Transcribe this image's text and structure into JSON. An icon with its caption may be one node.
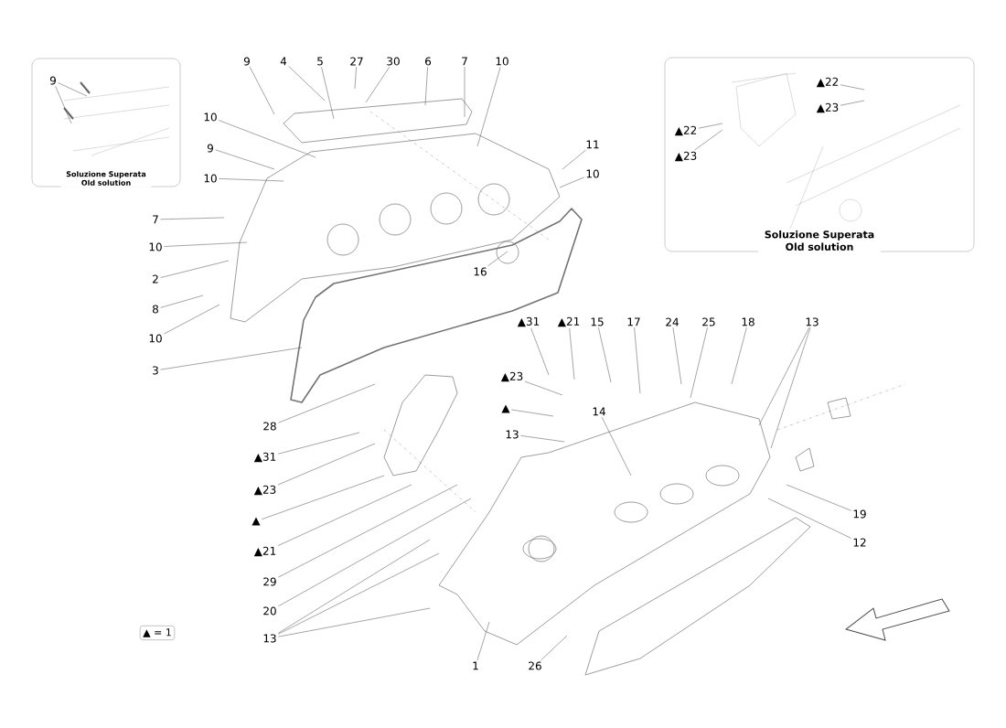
{
  "diagram": {
    "nodes": [
      {
        "text": [
          "Soluzione Superata Old solution"
        ]
      },
      {
        "text": [
          "9"
        ],
        "in": 0
      },
      {
        "text": [
          "9"
        ]
      },
      {
        "text": [
          "4"
        ]
      },
      {
        "text": [
          "5"
        ]
      },
      {
        "text": [
          "27"
        ]
      },
      {
        "text": [
          "30"
        ]
      },
      {
        "text": [
          "6"
        ]
      },
      {
        "text": [
          "7"
        ]
      },
      {
        "text": [
          "10"
        ]
      },
      {
        "text": [
          "Soluzione Superata Old solution"
        ]
      },
      {
        "text": [
          "▲22"
        ],
        "in": 10
      },
      {
        "text": [
          "▲23"
        ],
        "in": 10
      },
      {
        "text": [
          "▲22"
        ],
        "in": 10
      },
      {
        "text": [
          "▲23"
        ],
        "in": 10
      },
      {
        "text": [
          "10"
        ]
      },
      {
        "text": [
          "9"
        ]
      },
      {
        "text": [
          "10"
        ]
      },
      {
        "text": [
          "11"
        ]
      },
      {
        "text": [
          "10"
        ]
      },
      {
        "text": [
          "7"
        ]
      },
      {
        "text": [
          "10"
        ]
      },
      {
        "text": [
          "2"
        ]
      },
      {
        "text": [
          "8"
        ]
      },
      {
        "text": [
          "10"
        ]
      },
      {
        "text": [
          "16"
        ]
      },
      {
        "text": [
          "3"
        ]
      },
      {
        "text": [
          "▲31"
        ]
      },
      {
        "text": [
          "▲21"
        ]
      },
      {
        "text": [
          "15"
        ]
      },
      {
        "text": [
          "17"
        ]
      },
      {
        "text": [
          "24"
        ]
      },
      {
        "text": [
          "25"
        ]
      },
      {
        "text": [
          "18"
        ]
      },
      {
        "text": [
          "13"
        ]
      },
      {
        "text": [
          "▲23"
        ]
      },
      {
        "text": [
          "▲"
        ]
      },
      {
        "text": [
          "14"
        ]
      },
      {
        "text": [
          "28"
        ]
      },
      {
        "text": [
          "13"
        ]
      },
      {
        "text": [
          "▲31"
        ]
      },
      {
        "text": [
          "▲23"
        ]
      },
      {
        "text": [
          "19"
        ]
      },
      {
        "text": [
          "▲"
        ]
      },
      {
        "text": [
          "12"
        ]
      },
      {
        "text": [
          "▲21"
        ]
      },
      {
        "text": [
          "29"
        ]
      },
      {
        "text": [
          "20"
        ]
      },
      {
        "text": [
          "▲ = 1"
        ]
      },
      {
        "text": [
          "13"
        ]
      },
      {
        "text": [
          "1"
        ]
      },
      {
        "text": [
          "26"
        ]
      }
    ],
    "edges": [
      {
        "from": 1,
        "to": null,
        "arrow": "none"
      },
      {
        "from": 1,
        "to": null,
        "arrow": "none"
      },
      {
        "from": 2,
        "to": null,
        "arrow": "none"
      },
      {
        "from": 3,
        "to": null,
        "arrow": "none"
      },
      {
        "from": 4,
        "to": null,
        "arrow": "none"
      },
      {
        "from": 5,
        "to": null,
        "arrow": "none"
      },
      {
        "from": 6,
        "to": null,
        "arrow": "none"
      },
      {
        "from": 7,
        "to": null,
        "arrow": "none"
      },
      {
        "from": 8,
        "to": null,
        "arrow": "none"
      },
      {
        "from": 9,
        "to": null,
        "arrow": "none"
      },
      {
        "from": 11,
        "to": null,
        "arrow": "none"
      },
      {
        "from": 12,
        "to": null,
        "arrow": "none"
      },
      {
        "from": 13,
        "to": null,
        "arrow": "none"
      },
      {
        "from": 14,
        "to": null,
        "arrow": "none"
      },
      {
        "from": 15,
        "to": null,
        "arrow": "none"
      },
      {
        "from": 16,
        "to": null,
        "arrow": "none"
      },
      {
        "from": 17,
        "to": null,
        "arrow": "none"
      },
      {
        "from": 18,
        "to": null,
        "arrow": "none"
      },
      {
        "from": 19,
        "to": null,
        "arrow": "none"
      },
      {
        "from": 20,
        "to": null,
        "arrow": "none"
      },
      {
        "from": 21,
        "to": null,
        "arrow": "none"
      },
      {
        "from": 22,
        "to": null,
        "arrow": "none"
      },
      {
        "from": 23,
        "to": null,
        "arrow": "none"
      },
      {
        "from": 24,
        "to": null,
        "arrow": "none"
      },
      {
        "from": 25,
        "to": null,
        "arrow": "none"
      },
      {
        "from": 26,
        "to": null,
        "arrow": "none"
      },
      {
        "from": 27,
        "to": null,
        "arrow": "none"
      },
      {
        "from": 28,
        "to": null,
        "arrow": "none"
      },
      {
        "from": 29,
        "to": null,
        "arrow": "none"
      },
      {
        "from": 30,
        "to": null,
        "arrow": "none"
      },
      {
        "from": 31,
        "to": null,
        "arrow": "none"
      },
      {
        "from": 32,
        "to": null,
        "arrow": "none"
      },
      {
        "from": 33,
        "to": null,
        "arrow": "none"
      },
      {
        "from": 34,
        "to": null,
        "arrow": "none"
      },
      {
        "from": 34,
        "to": null,
        "arrow": "none"
      },
      {
        "from": 35,
        "to": null,
        "arrow": "none"
      },
      {
        "from": 36,
        "to": null,
        "arrow": "none"
      },
      {
        "from": 37,
        "to": null,
        "arrow": "none"
      },
      {
        "from": 38,
        "to": null,
        "arrow": "none"
      },
      {
        "from": 39,
        "to": null,
        "arrow": "none"
      },
      {
        "from": 40,
        "to": null,
        "arrow": "none"
      },
      {
        "from": 41,
        "to": null,
        "arrow": "none"
      },
      {
        "from": 42,
        "to": null,
        "arrow": "none"
      },
      {
        "from": 43,
        "to": null,
        "arrow": "none"
      },
      {
        "from": 44,
        "to": null,
        "arrow": "none"
      },
      {
        "from": 45,
        "to": null,
        "arrow": "none"
      },
      {
        "from": 46,
        "to": null,
        "arrow": "none"
      },
      {
        "from": 47,
        "to": null,
        "arrow": "none"
      },
      {
        "from": 49,
        "to": null,
        "arrow": "none"
      },
      {
        "from": 49,
        "to": null,
        "arrow": "none"
      },
      {
        "from": 49,
        "to": null,
        "arrow": "none"
      },
      {
        "from": 50,
        "to": null,
        "arrow": "none"
      },
      {
        "from": 51,
        "to": null,
        "arrow": "none"
      }
    ]
  }
}
